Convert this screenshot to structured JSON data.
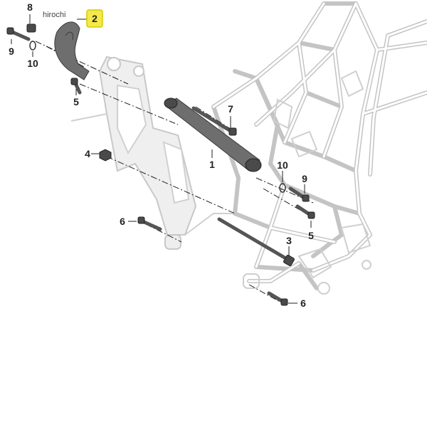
{
  "watermark": "hirochi",
  "highlight_color": "#f4e94a",
  "callouts": [
    {
      "id": "c8",
      "label": "8"
    },
    {
      "id": "c2",
      "label": "2",
      "highlighted": true
    },
    {
      "id": "c9a",
      "label": "9"
    },
    {
      "id": "c10a",
      "label": "10"
    },
    {
      "id": "c5a",
      "label": "5"
    },
    {
      "id": "c7",
      "label": "7"
    },
    {
      "id": "c1",
      "label": "1"
    },
    {
      "id": "c4",
      "label": "4"
    },
    {
      "id": "c10b",
      "label": "10"
    },
    {
      "id": "c9b",
      "label": "9"
    },
    {
      "id": "c5b",
      "label": "5"
    },
    {
      "id": "c6a",
      "label": "6"
    },
    {
      "id": "c3",
      "label": "3"
    },
    {
      "id": "c6b",
      "label": "6"
    }
  ]
}
